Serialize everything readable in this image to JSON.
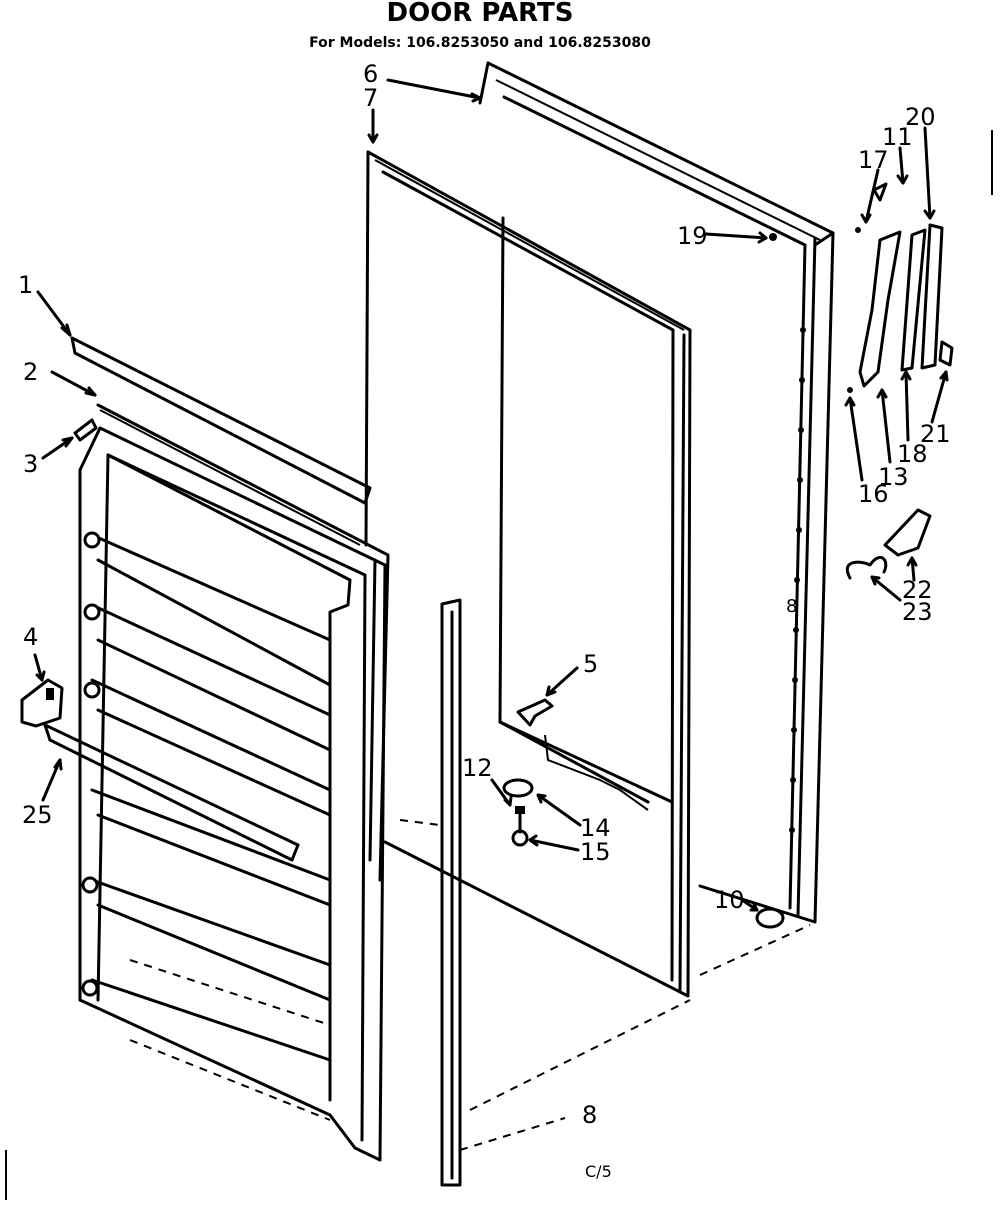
{
  "title": "DOOR PARTS",
  "subtitle": "For Models: 106.8253050 and 106.8253080",
  "footer_code": "C/5",
  "callouts": {
    "p1": "1",
    "p2": "2",
    "p3": "3",
    "p4": "4",
    "p5": "5",
    "p6": "6",
    "p7": "7",
    "p8": "8",
    "p10": "10",
    "p11": "11",
    "p12": "12",
    "p13": "13",
    "p14": "14",
    "p15": "15",
    "p16": "16",
    "p17": "17",
    "p18": "18",
    "p19": "19",
    "p20": "20",
    "p21": "21",
    "p22": "22",
    "p23": "23",
    "p25": "25"
  }
}
